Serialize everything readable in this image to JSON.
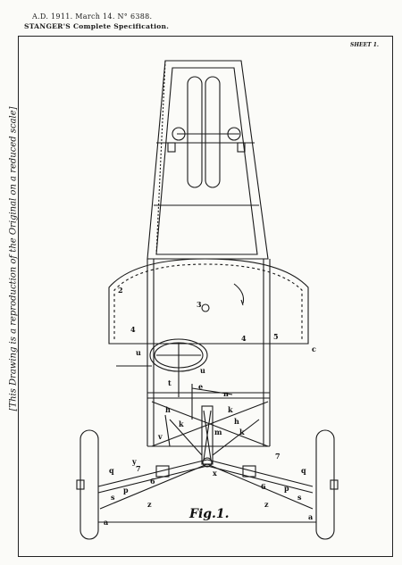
{
  "header": {
    "line1": "A.D. 1911. March 14. N° 6388.",
    "line2": "STANGER'S Complete Specification."
  },
  "sheet_label": "SHEET 1.",
  "side_note": "[This Drawing is a reproduction of the Original on a reduced scale]",
  "figure_label": "Fig.1.",
  "part_labels": {
    "l2": "2",
    "l3": "3",
    "l4a": "4",
    "l4b": "4",
    "l5": "5",
    "lc": "c",
    "lu1": "u",
    "lu2": "u",
    "lt": "t",
    "le": "e",
    "ln": "n",
    "lk1": "k",
    "lk2": "k",
    "lk3": "k",
    "lh1": "h",
    "lh2": "h",
    "lv": "v",
    "lm": "m",
    "ly": "y",
    "lx": "x",
    "lq1": "q",
    "lq2": "q",
    "lp1": "p",
    "lp2": "p",
    "lz1": "z",
    "lz2": "z",
    "la1": "a",
    "la2": "a",
    "ls1": "s",
    "ls2": "s",
    "l6a": "6",
    "l6b": "6",
    "l7a": "7",
    "l7b": "7"
  }
}
